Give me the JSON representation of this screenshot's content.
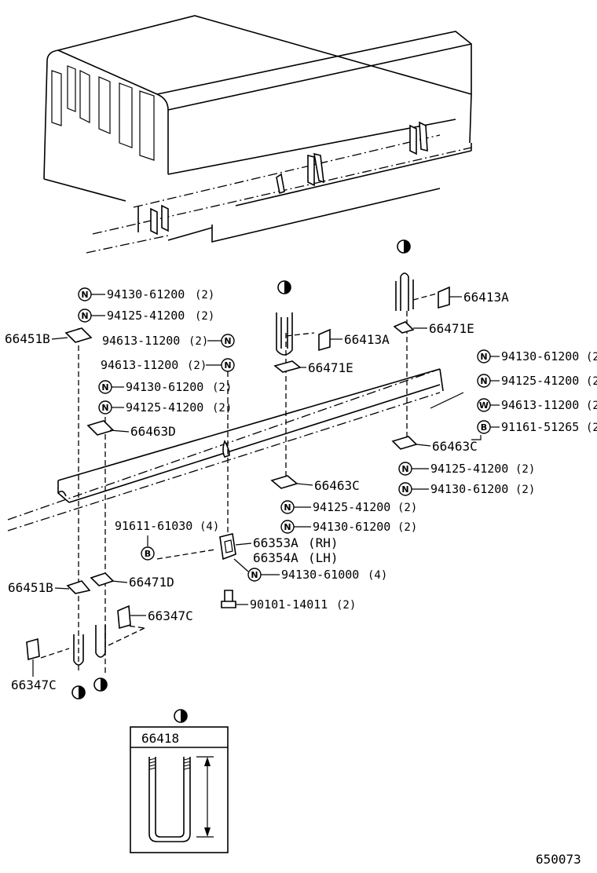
{
  "callouts": [
    {
      "part": "94130-61200",
      "qty": "(2)",
      "sym": "N"
    },
    {
      "part": "94125-41200",
      "qty": "(2)",
      "sym": "N"
    },
    {
      "part": "66451B"
    },
    {
      "part": "94613-11200",
      "qty": "(2)",
      "sym": "N"
    },
    {
      "part": "94613-11200",
      "qty": "(2)",
      "sym": "N"
    },
    {
      "part": "94130-61200",
      "qty": "(2)",
      "sym": "N"
    },
    {
      "part": "94125-41200",
      "qty": "(2)",
      "sym": "N"
    },
    {
      "part": "66463D"
    },
    {
      "part": "66413A"
    },
    {
      "part": "66471E"
    },
    {
      "part": "66413A"
    },
    {
      "part": "66471E"
    },
    {
      "part": "94130-61200",
      "qty": "(2",
      "sym": "N"
    },
    {
      "part": "94125-41200",
      "qty": "(2",
      "sym": "N"
    },
    {
      "part": "94613-11200",
      "qty": "(2",
      "sym": "W"
    },
    {
      "part": "91161-51265",
      "qty": "(2",
      "sym": "B"
    },
    {
      "part": "66463C"
    },
    {
      "part": "94125-41200",
      "qty": "(2)",
      "sym": "N"
    },
    {
      "part": "94130-61200",
      "qty": "(2)",
      "sym": "N"
    },
    {
      "part": "66463C"
    },
    {
      "part": "94125-41200",
      "qty": "(2)",
      "sym": "N"
    },
    {
      "part": "94130-61200",
      "qty": "(2)",
      "sym": "N"
    },
    {
      "part": "91611-61030",
      "qty": "(4)",
      "sym": "B"
    },
    {
      "part": "66353A",
      "qty": "(RH)"
    },
    {
      "part": "66354A",
      "qty": "(LH)"
    },
    {
      "part": "94130-61000",
      "qty": "(4)",
      "sym": "N"
    },
    {
      "part": "66451B"
    },
    {
      "part": "66471D"
    },
    {
      "part": "66347C"
    },
    {
      "part": "90101-14011",
      "qty": "(2)"
    },
    {
      "part": "66347C"
    }
  ],
  "inset": {
    "part": "66418"
  },
  "figure_number": "650073"
}
